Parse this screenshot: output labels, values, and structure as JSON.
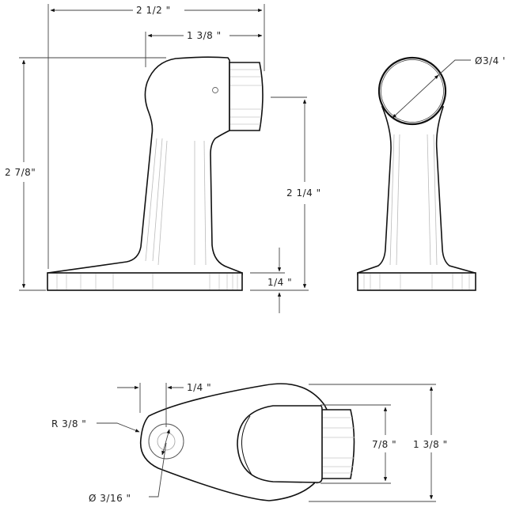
{
  "drawing": {
    "subject": "Door stop technical drawing",
    "views": {
      "side": {
        "dims": {
          "overall_width": "2 1/2 \"",
          "bumper_width": "1 3/8 \"",
          "overall_height": "2 7/8\"",
          "bumper_height": "2 1/4 \"",
          "base_thickness": "1/4 \""
        }
      },
      "front": {
        "dims": {
          "head_diameter": "Ø3/4 '"
        }
      },
      "top": {
        "dims": {
          "hole_offset": "1/4 \"",
          "end_radius": "R 3/8 \"",
          "hole_diameter": "Ø 3/16 \"",
          "bumper_diameter": "7/8 \"",
          "base_width": "1 3/8 \""
        }
      }
    },
    "colors": {
      "line": "#111111",
      "dimension": "#444444",
      "shading": "#bbbbbb",
      "background": "#ffffff"
    }
  }
}
